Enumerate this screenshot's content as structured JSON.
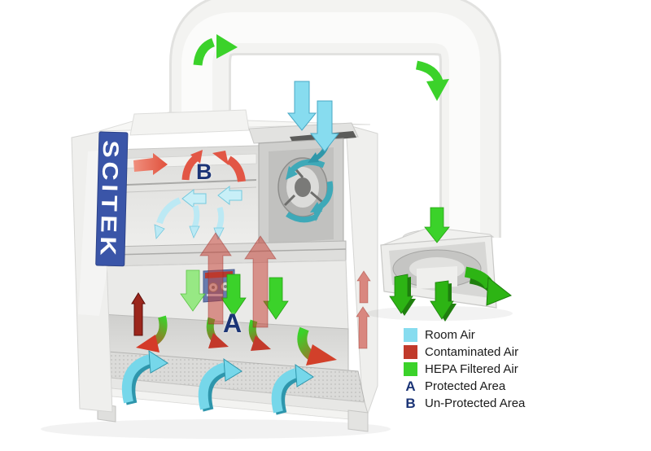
{
  "scene": {
    "brand_logo": "SCITEK",
    "area_label_a": "A",
    "area_label_b": "B"
  },
  "legend": {
    "items": [
      {
        "label": "Room Air"
      },
      {
        "label": "Contaminated Air"
      },
      {
        "label": "HEPA Filtered Air"
      },
      {
        "marker": "A",
        "label": "Protected Area"
      },
      {
        "marker": "B",
        "label": "Un-Protected Area"
      }
    ]
  },
  "colors": {
    "room-air": "#87DCEF",
    "contaminated-air": "#C13A2B",
    "hepa-air": "#3BD22A",
    "area-label": "#1B3476",
    "brand-blue": "#3A55A8",
    "legend-text": "#1A1A1A"
  }
}
